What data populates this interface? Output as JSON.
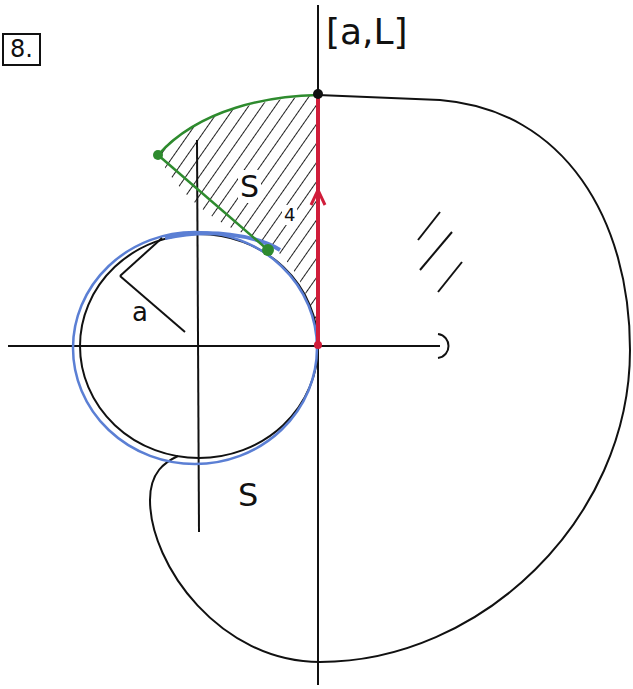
{
  "diagram": {
    "nodes": [
      {
        "text": [
          "8."
        ]
      }
    ],
    "edges": [],
    "labels": [
      "[a,L]",
      "S",
      "4",
      "a",
      "S"
    ]
  }
}
